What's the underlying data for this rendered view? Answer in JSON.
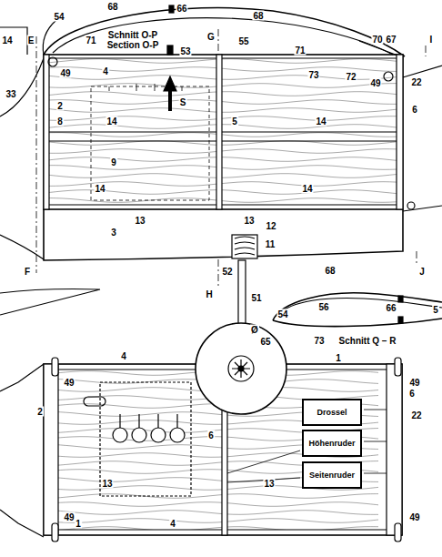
{
  "diagram": {
    "nodes": [
      {
        "text": [
          "Drossel"
        ]
      },
      {
        "text": [
          "Höhenruder"
        ]
      },
      {
        "text": [
          "Seitenruder"
        ]
      }
    ],
    "labels": [
      "14",
      "54",
      "68",
      "66",
      "68",
      "E",
      "Schnitt O-P",
      "Section O-P",
      "71",
      "G",
      "55",
      "53",
      "71",
      "70",
      "67",
      "I",
      "49",
      "4",
      "73",
      "72",
      "49",
      "22",
      "33",
      "S",
      "2",
      "8",
      "14",
      "5",
      "14",
      "6",
      "9",
      "14",
      "14",
      "13",
      "13",
      "12",
      "3",
      "11",
      "F",
      "52",
      "J",
      "H",
      "51",
      "68",
      "56",
      "66",
      "54",
      "5",
      "Ø",
      "65",
      "73",
      "Schnitt Q – R",
      "4",
      "1",
      "49",
      "49",
      "6",
      "2",
      "22",
      "6",
      "13",
      "13",
      "1",
      "4",
      "49",
      "49"
    ]
  }
}
